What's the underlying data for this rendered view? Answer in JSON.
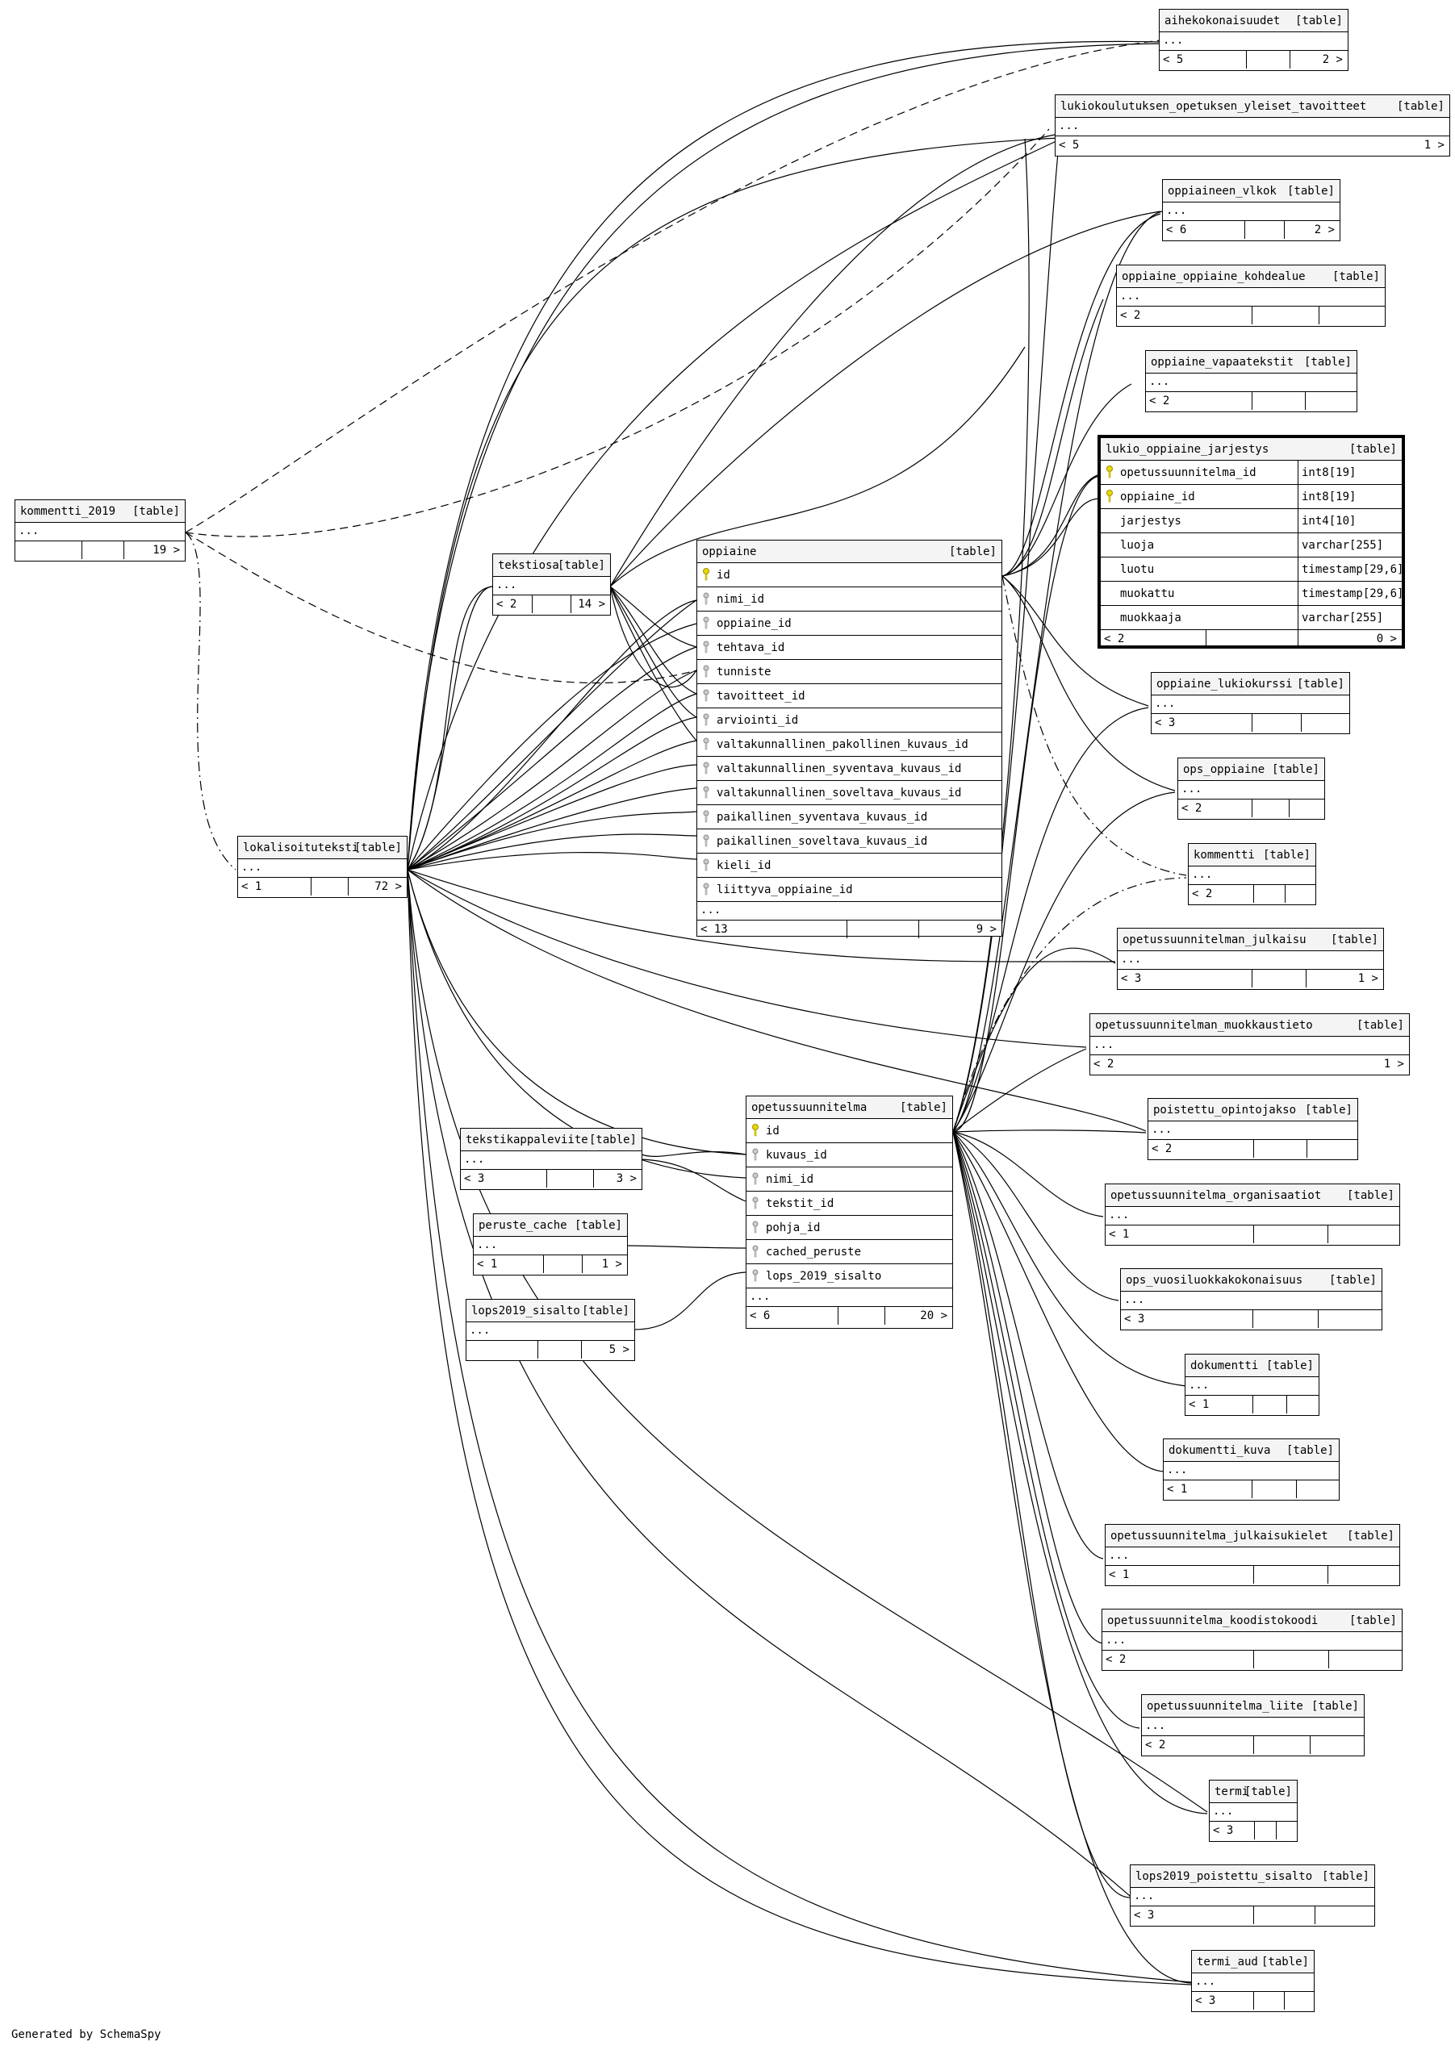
{
  "footer_text": "Generated by SchemaSpy",
  "type_tag": "[table]",
  "columns_placeholder": "...",
  "focus_table": {
    "name": "lukio_oppiaine_jarjestys",
    "tag": "[table]",
    "columns": [
      {
        "name": "opetussuunnitelma_id",
        "type": "int8[19]",
        "key": "pk"
      },
      {
        "name": "oppiaine_id",
        "type": "int8[19]",
        "key": "pk"
      },
      {
        "name": "jarjestys",
        "type": "int4[10]",
        "key": ""
      },
      {
        "name": "luoja",
        "type": "varchar[255]",
        "key": ""
      },
      {
        "name": "luotu",
        "type": "timestamp[29,6]",
        "key": ""
      },
      {
        "name": "muokattu",
        "type": "timestamp[29,6]",
        "key": ""
      },
      {
        "name": "muokkaaja",
        "type": "varchar[255]",
        "key": ""
      }
    ],
    "parents": "< 2",
    "rows": "0 >"
  },
  "oppiaine": {
    "name": "oppiaine",
    "tag": "[table]",
    "columns": [
      {
        "name": "id",
        "key": "pk"
      },
      {
        "name": "nimi_id",
        "key": "fk"
      },
      {
        "name": "oppiaine_id",
        "key": "fk"
      },
      {
        "name": "tehtava_id",
        "key": "fk"
      },
      {
        "name": "tunniste",
        "key": "fk"
      },
      {
        "name": "tavoitteet_id",
        "key": "fk"
      },
      {
        "name": "arviointi_id",
        "key": "fk"
      },
      {
        "name": "valtakunnallinen_pakollinen_kuvaus_id",
        "key": "fk"
      },
      {
        "name": "valtakunnallinen_syventava_kuvaus_id",
        "key": "fk"
      },
      {
        "name": "valtakunnallinen_soveltava_kuvaus_id",
        "key": "fk"
      },
      {
        "name": "paikallinen_syventava_kuvaus_id",
        "key": "fk"
      },
      {
        "name": "paikallinen_soveltava_kuvaus_id",
        "key": "fk"
      },
      {
        "name": "kieli_id",
        "key": "fk"
      },
      {
        "name": "liittyva_oppiaine_id",
        "key": "fk"
      }
    ],
    "parents": "< 13",
    "rows": "9 >"
  },
  "opetussuunnitelma": {
    "name": "opetussuunnitelma",
    "tag": "[table]",
    "columns": [
      {
        "name": "id",
        "key": "pk"
      },
      {
        "name": "kuvaus_id",
        "key": "fk"
      },
      {
        "name": "nimi_id",
        "key": "fk"
      },
      {
        "name": "tekstit_id",
        "key": "fk"
      },
      {
        "name": "pohja_id",
        "key": "fk"
      },
      {
        "name": "cached_peruste",
        "key": "fk"
      },
      {
        "name": "lops_2019_sisalto",
        "key": "fk"
      }
    ],
    "parents": "< 6",
    "rows": "20 >"
  },
  "small_tables": [
    {
      "id": "aihekokonaisuudet",
      "name": "aihekokonaisuudet",
      "parents": "< 5",
      "rows": "2 >"
    },
    {
      "id": "lukiokoulutuksen",
      "name": "lukiokoulutuksen_opetuksen_yleiset_tavoitteet",
      "parents": "< 5",
      "rows": "1 >"
    },
    {
      "id": "oppiaineen_vlkok",
      "name": "oppiaineen_vlkok",
      "parents": "< 6",
      "rows": "2 >"
    },
    {
      "id": "oppiaine_oppiaine_kohdealue",
      "name": "oppiaine_oppiaine_kohdealue",
      "parents": "< 2",
      "rows": ""
    },
    {
      "id": "oppiaine_vapaatekstit",
      "name": "oppiaine_vapaatekstit",
      "parents": "< 2",
      "rows": ""
    },
    {
      "id": "oppiaine_lukiokurssi",
      "name": "oppiaine_lukiokurssi",
      "parents": "< 3",
      "rows": ""
    },
    {
      "id": "ops_oppiaine",
      "name": "ops_oppiaine",
      "parents": "< 2",
      "rows": ""
    },
    {
      "id": "kommentti",
      "name": "kommentti",
      "parents": "< 2",
      "rows": ""
    },
    {
      "id": "opetussuunnitelman_julkaisu",
      "name": "opetussuunnitelman_julkaisu",
      "parents": "< 3",
      "rows": "1 >"
    },
    {
      "id": "opetussuunnitelman_muokkaustieto",
      "name": "opetussuunnitelman_muokkaustieto",
      "parents": "< 2",
      "rows": "1 >"
    },
    {
      "id": "poistettu_opintojakso",
      "name": "poistettu_opintojakso",
      "parents": "< 2",
      "rows": ""
    },
    {
      "id": "opetussuunnitelma_organisaatiot",
      "name": "opetussuunnitelma_organisaatiot",
      "parents": "< 1",
      "rows": ""
    },
    {
      "id": "ops_vuosiluokkakokonaisuus",
      "name": "ops_vuosiluokkakokonaisuus",
      "parents": "< 3",
      "rows": ""
    },
    {
      "id": "dokumentti",
      "name": "dokumentti",
      "parents": "< 1",
      "rows": ""
    },
    {
      "id": "dokumentti_kuva",
      "name": "dokumentti_kuva",
      "parents": "< 1",
      "rows": ""
    },
    {
      "id": "opetussuunnitelma_julkaisukielet",
      "name": "opetussuunnitelma_julkaisukielet",
      "parents": "< 1",
      "rows": ""
    },
    {
      "id": "opetussuunnitelma_koodistokoodi",
      "name": "opetussuunnitelma_koodistokoodi",
      "parents": "< 2",
      "rows": ""
    },
    {
      "id": "opetussuunnitelma_liite",
      "name": "opetussuunnitelma_liite",
      "parents": "< 2",
      "rows": ""
    },
    {
      "id": "termi",
      "name": "termi",
      "parents": "< 3",
      "rows": ""
    },
    {
      "id": "lops2019_poistettu_sisalto",
      "name": "lops2019_poistettu_sisalto",
      "parents": "< 3",
      "rows": ""
    },
    {
      "id": "termi_aud",
      "name": "termi_aud",
      "parents": "< 3",
      "rows": ""
    },
    {
      "id": "kommentti_2019",
      "name": "kommentti_2019",
      "parents": "",
      "rows": "19 >"
    },
    {
      "id": "tekstiosa",
      "name": "tekstiosa",
      "parents": "< 2",
      "rows": "14 >"
    },
    {
      "id": "lokalisoituteksti",
      "name": "lokalisoituteksti",
      "parents": "< 1",
      "rows": "72 >"
    },
    {
      "id": "tekstikappaleviite",
      "name": "tekstikappaleviite",
      "parents": "< 3",
      "rows": "3 >"
    },
    {
      "id": "peruste_cache",
      "name": "peruste_cache",
      "parents": "< 1",
      "rows": "1 >"
    },
    {
      "id": "lops2019_sisalto",
      "name": "lops2019_sisalto",
      "parents": "",
      "rows": "5 >"
    }
  ]
}
